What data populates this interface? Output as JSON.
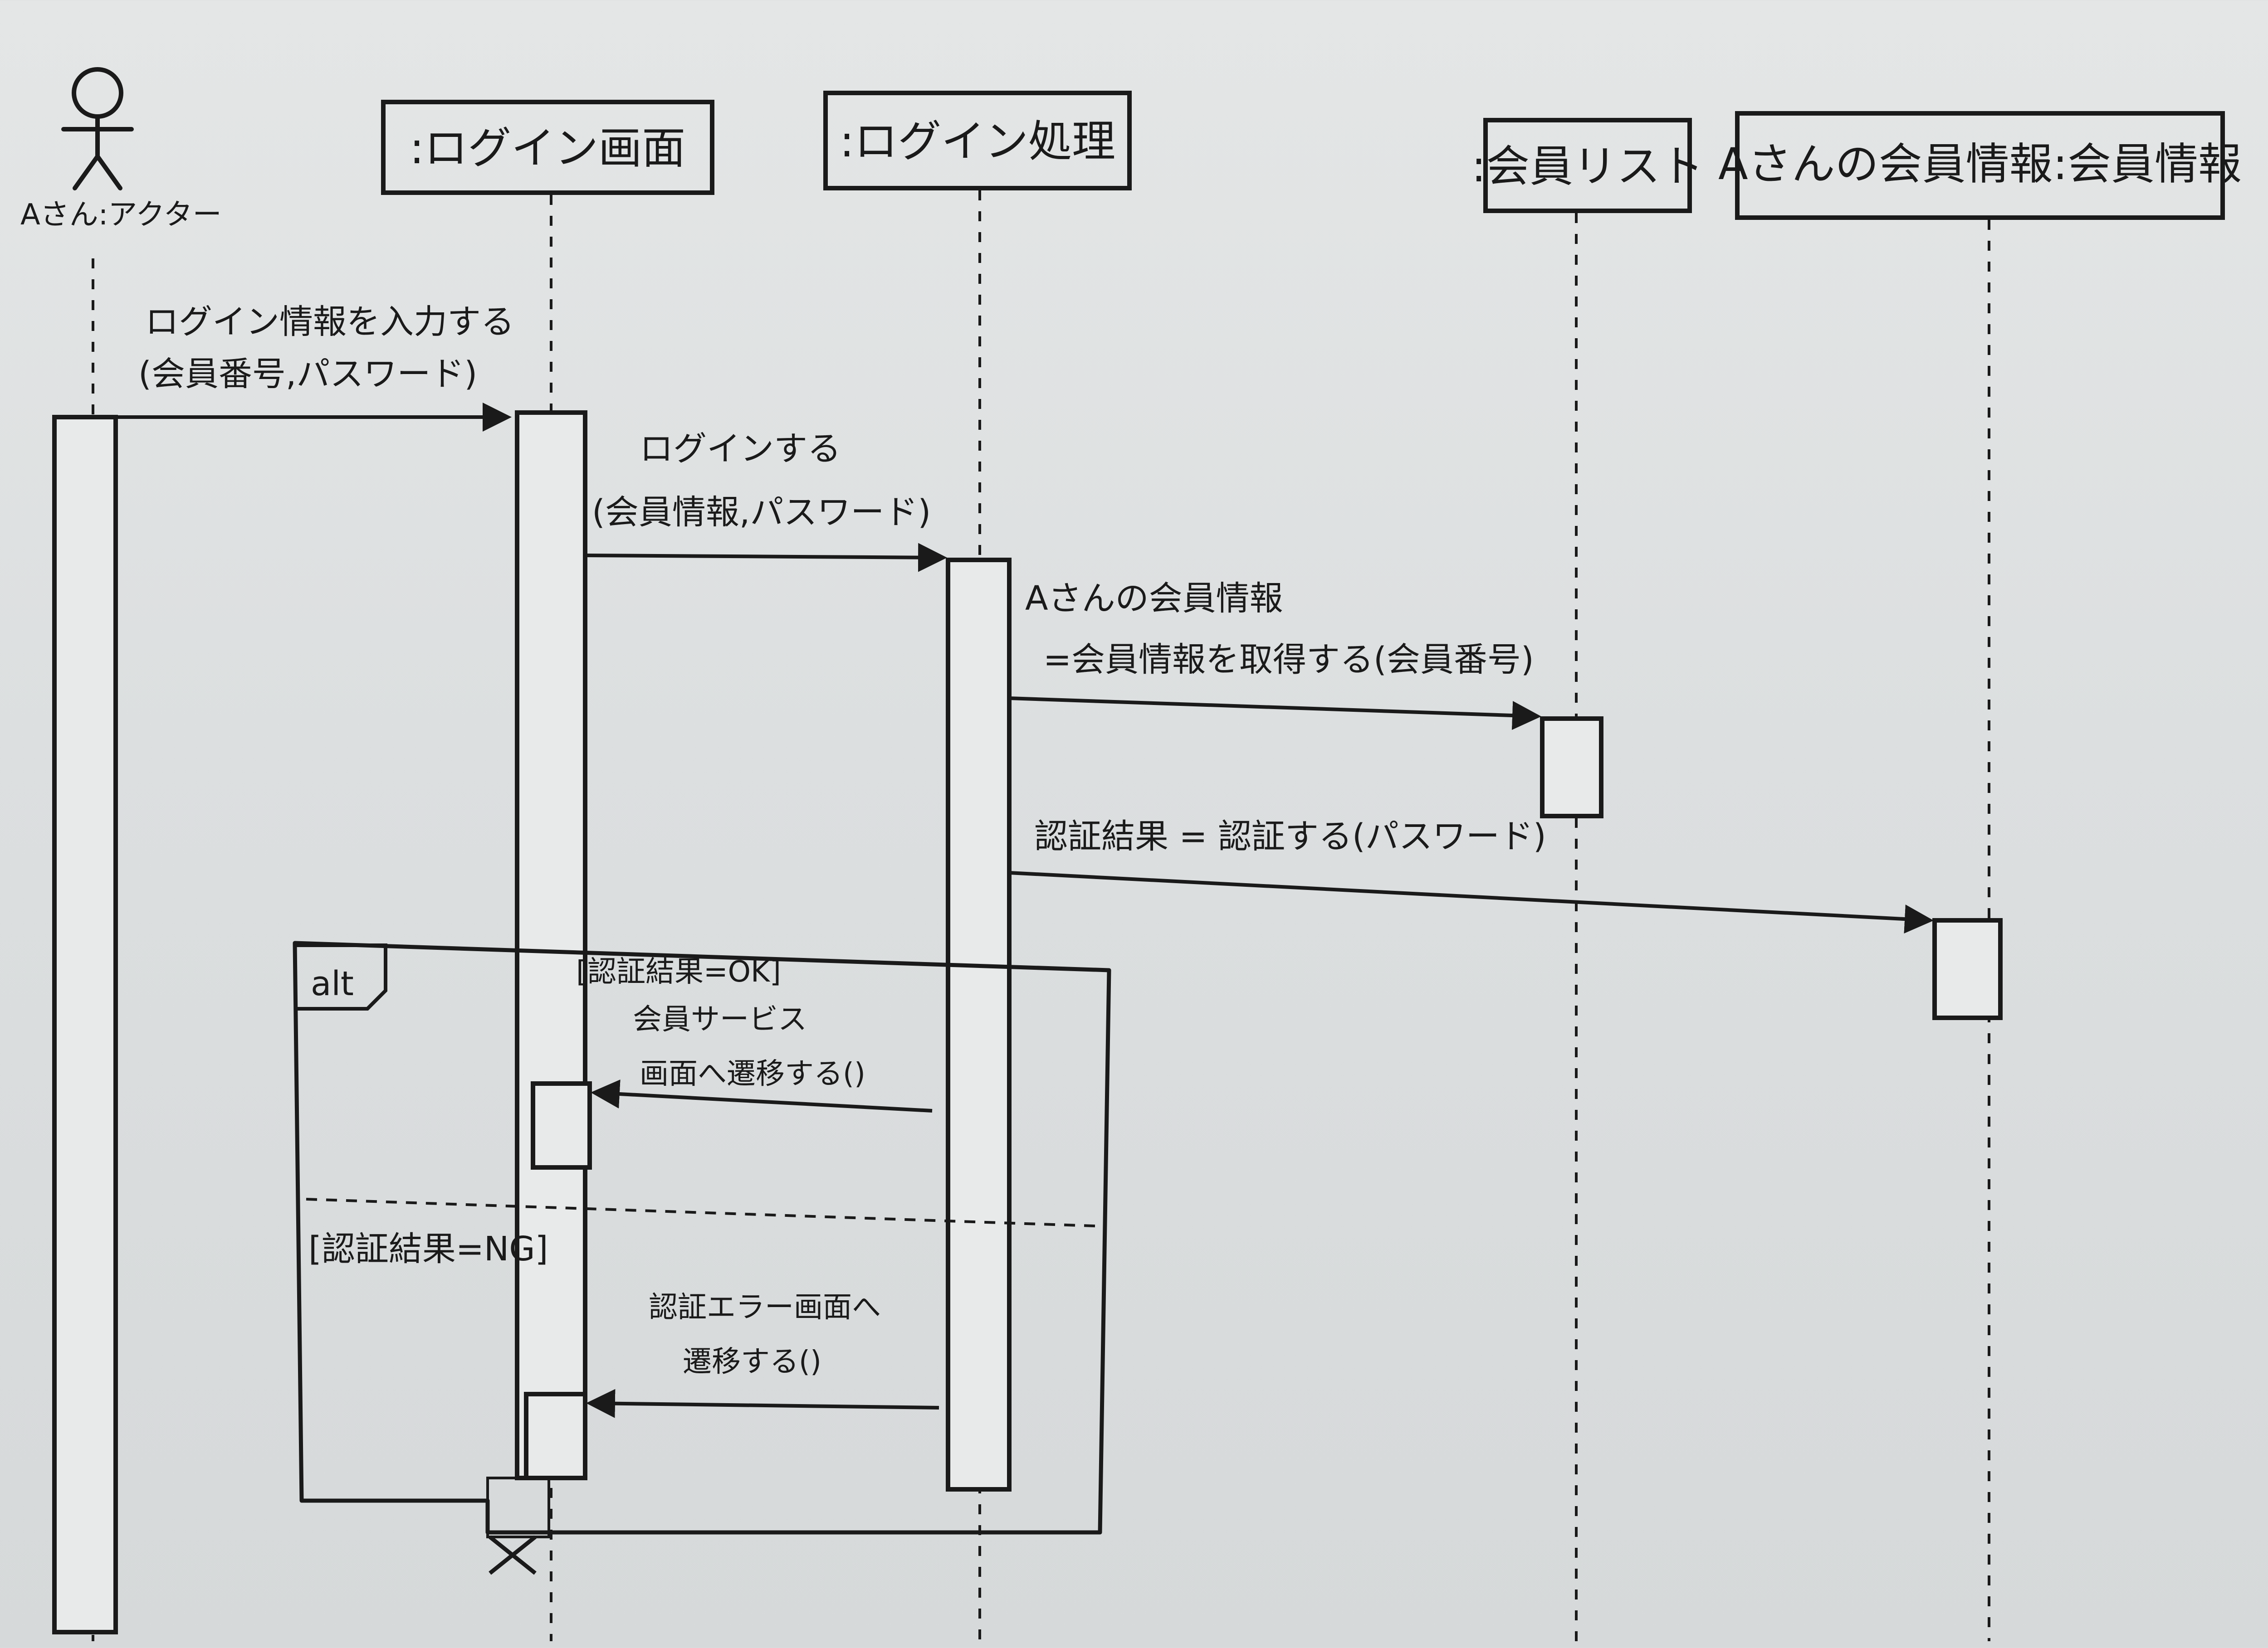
{
  "colors": {
    "board": "#dcdfe0",
    "ink": "#1a1a1a"
  },
  "actor": {
    "label": "Aさん:アクター"
  },
  "lifelines": [
    {
      "label": ":ログイン画面"
    },
    {
      "label": ":ログイン処理"
    },
    {
      "label": ":会員リスト"
    },
    {
      "label": "Aさんの会員情報:会員情報"
    }
  ],
  "messages": [
    {
      "line1": "ログイン情報を入力する",
      "line2": "(会員番号,パスワード)"
    },
    {
      "line1": "ログインする",
      "line2": "(会員情報,パスワード)"
    },
    {
      "line1": "Aさんの会員情報",
      "line2": "=会員情報を取得する(会員番号)"
    },
    {
      "line1": "認証結果 = 認証する(パスワード)"
    },
    {
      "line1": "会員サービス",
      "line2": "画面へ遷移する()"
    },
    {
      "line1": "認証エラー画面へ",
      "line2": "遷移する()"
    }
  ],
  "fragment": {
    "operator": "alt",
    "guard_ok": "[認証結果=OK]",
    "guard_ng": "[認証結果=NG]"
  }
}
